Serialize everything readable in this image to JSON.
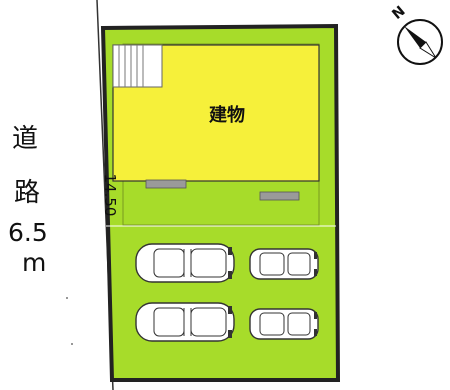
{
  "labels": {
    "road_line1": "道",
    "road_line2": "路",
    "road_line3": "6.5",
    "road_line4": "m",
    "frontage": "14.50",
    "building": "建物",
    "north": "N"
  },
  "colors": {
    "lot_fill": "#a7dc2a",
    "building_fill": "#f6f03a",
    "outline": "#222222",
    "pad_fill": "#9a9a9a",
    "car_fill": "#ffffff"
  },
  "icons": [
    "compass-icon",
    "car-icon",
    "stairs-icon"
  ]
}
